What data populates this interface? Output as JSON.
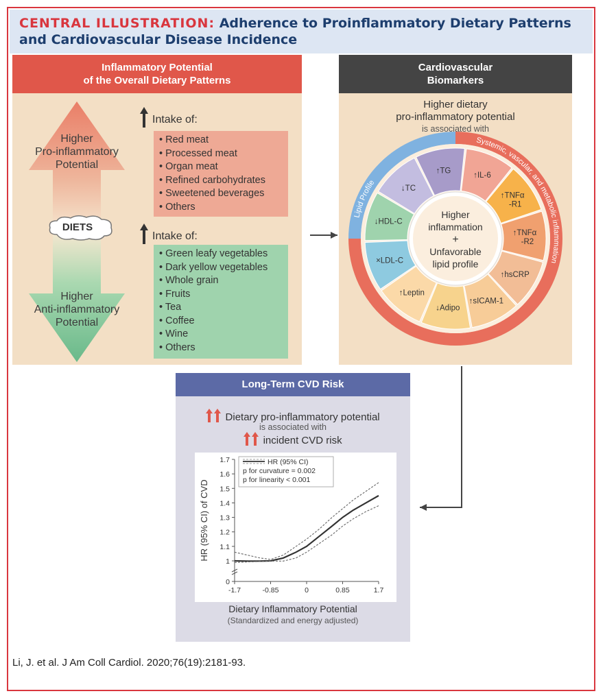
{
  "header": {
    "tag": "CENTRAL ILLUSTRATION:",
    "title_line1": "Adherence to Proinflammatory Dietary Patterns",
    "title_line2": "and Cardiovascular Disease Incidence"
  },
  "left_panel": {
    "heading_line1": "Inflammatory Potential",
    "heading_line2": "of the Overall Dietary Patterns",
    "top_label": [
      "Higher",
      "Pro-inflammatory",
      "Potential"
    ],
    "center_label": "DIETS",
    "bottom_label": [
      "Higher",
      "Anti-inflammatory",
      "Potential"
    ],
    "pro_intake_heading": "Intake of:",
    "pro_items": [
      "Red meat",
      "Processed meat",
      "Organ meat",
      "Refined carbohydrates",
      "Sweetened beverages",
      "Others"
    ],
    "anti_intake_heading": "Intake of:",
    "anti_items": [
      "Green leafy vegetables",
      "Dark yellow vegetables",
      "Whole grain",
      "Fruits",
      "Tea",
      "Coffee",
      "Wine",
      "Others"
    ]
  },
  "right_panel": {
    "heading_line1": "Cardiovascular",
    "heading_line2": "Biomarkers",
    "sub_line1": "Higher dietary",
    "sub_line2": "pro-inflammatory potential",
    "sub_line3": "is associated with",
    "outer_left_label": "Lipid Profile",
    "outer_right_label": "Systemic, vascular, and metabolic inflammation",
    "center_lines": [
      "Higher",
      "inflammation",
      "+",
      "Unfavorable",
      "lipid profile"
    ],
    "segments": [
      {
        "label": "TG",
        "dir": "up"
      },
      {
        "label": "IL-6",
        "dir": "up"
      },
      {
        "label": "TNFα",
        "label2": "-R1",
        "dir": "up"
      },
      {
        "label": "TNFα",
        "label2": "-R2",
        "dir": "up"
      },
      {
        "label": "hsCRP",
        "dir": "up"
      },
      {
        "label": "sICAM-1",
        "dir": "up"
      },
      {
        "label": "Adipo",
        "dir": "down"
      },
      {
        "label": "Leptin",
        "dir": "up"
      },
      {
        "label": "LDL-C",
        "dir": "none"
      },
      {
        "label": "HDL-C",
        "dir": "down"
      },
      {
        "label": "TC",
        "dir": "down"
      }
    ],
    "colors": {
      "lipid_ring": "#7fb2e0",
      "inflam_ring": "#e86e5c",
      "seg_tg": "#a79bc9",
      "seg_il6": "#f1a595",
      "seg_tnfr1": "#f7b24a",
      "seg_tnfr2": "#f0a06f",
      "seg_hscrp": "#f2bd96",
      "seg_sicam": "#f7cc98",
      "seg_adipo": "#f7d38d",
      "seg_leptin": "#fbd9a8",
      "seg_ldl": "#8ecae0",
      "seg_hdl": "#9fd3ad",
      "seg_tc": "#c3bde0"
    }
  },
  "bottom_panel": {
    "heading": "Long-Term CVD Risk",
    "line1": "Dietary pro-inflammatory potential",
    "line2": "is associated with",
    "line3": "incident CVD risk",
    "x_title": "Dietary Inflammatory Potential",
    "x_sub": "(Standardized and energy adjusted)"
  },
  "chart_data": {
    "type": "line",
    "ylabel": "HR (95% CI) of CVD",
    "xlabel": "Dietary Inflammatory Potential",
    "xticks": [
      "-1.7",
      "-0.85",
      "0",
      "0.85",
      "1.7"
    ],
    "yticks": [
      "0",
      "1",
      "1.1",
      "1.2",
      "1.3",
      "1.4",
      "1.5",
      "1.6",
      "1.7"
    ],
    "xlim": [
      -1.7,
      1.7
    ],
    "ylim": [
      0,
      1.7
    ],
    "legend": [
      "HR (95% CI)",
      "p for curvature = 0.002",
      "p for linearity < 0.001"
    ],
    "x": [
      -1.7,
      -1.4,
      -1.1,
      -0.85,
      -0.55,
      -0.25,
      0,
      0.3,
      0.6,
      0.85,
      1.1,
      1.4,
      1.7
    ],
    "series": [
      {
        "name": "HR",
        "values": [
          1.0,
          0.99,
          0.99,
          1.0,
          1.02,
          1.06,
          1.1,
          1.17,
          1.24,
          1.3,
          1.35,
          1.4,
          1.45
        ]
      },
      {
        "name": "Lower 95% CI",
        "values": [
          0.92,
          0.95,
          0.97,
          0.99,
          0.99,
          1.02,
          1.06,
          1.12,
          1.18,
          1.24,
          1.29,
          1.34,
          1.38
        ]
      },
      {
        "name": "Upper 95% CI",
        "values": [
          1.06,
          1.04,
          1.02,
          1.01,
          1.04,
          1.1,
          1.15,
          1.22,
          1.3,
          1.36,
          1.42,
          1.48,
          1.54
        ]
      }
    ]
  },
  "citation": "Li, J. et al. J Am Coll Cardiol. 2020;76(19):2181-93."
}
